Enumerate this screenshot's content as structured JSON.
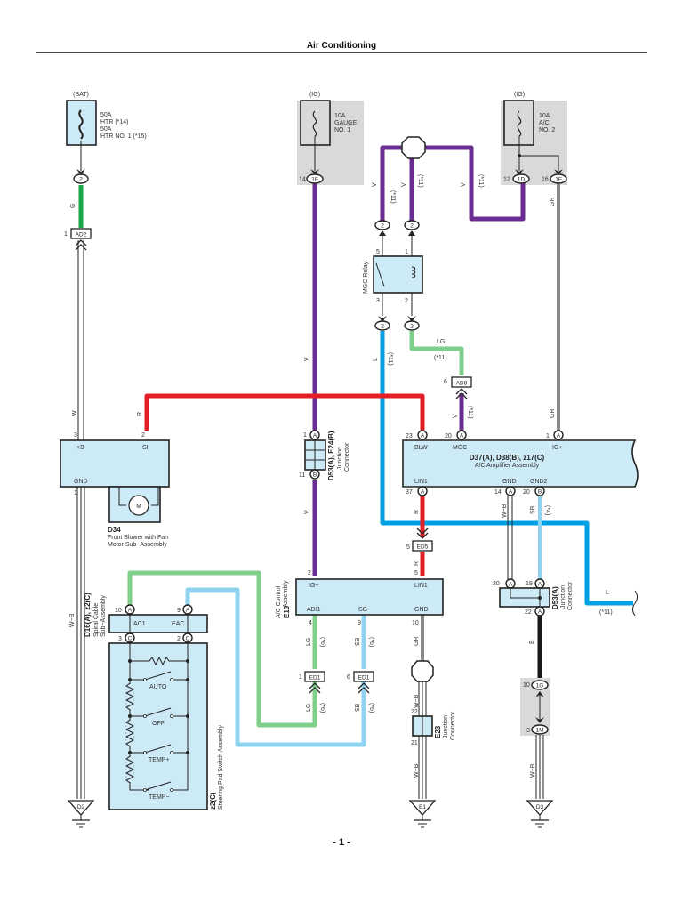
{
  "header": {
    "title": "Air Conditioning",
    "page": "- 1 -"
  },
  "colors": {
    "violet": "#6b2c91",
    "red": "#e31e24",
    "blue": "#00a0e3",
    "green": "#1ea54a",
    "light_green": "#7fcf8a",
    "sky_blue": "#8fd3f1",
    "gray_wire": "#8a8a8a",
    "black": "#1a1a1a",
    "component_fill": "#cdeaf7"
  },
  "fuses": [
    {
      "id": "bat",
      "source": "(BAT)",
      "lines": [
        "50A",
        "HTR (*14)",
        "50A",
        "HTR NO. 1 (*15)"
      ]
    },
    {
      "id": "gauge",
      "source": "(IG)",
      "lines": [
        "10A",
        "GAUGE",
        "NO. 1"
      ]
    },
    {
      "id": "ac2",
      "source": "(IG)",
      "lines": [
        "10A",
        "A/C",
        "NO. 2"
      ]
    }
  ],
  "connectors": {
    "bat_out": "2",
    "ad2_pin": "1",
    "ad2": "AD2",
    "gauge_pin": "14",
    "gauge_conn": "1F",
    "ac2_pin1": "12",
    "ac2_conn1": "1D",
    "ac2_pin2": "16",
    "ac2_conn2": "1F",
    "relay_top1": "2",
    "relay_top2": "2",
    "relay_bot1": "2",
    "relay_bot2": "2",
    "ad8_pin": "6",
    "ad8": "AD8",
    "ed5_pin": "5",
    "ed5": "ED5",
    "ed1a_pin": "1",
    "ed1a": "ED1",
    "ed1b_pin": "6",
    "ed1b": "ED1",
    "ig_1g_pin": "10",
    "ig_1g": "1G",
    "ig_1m_pin": "3",
    "ig_1m": "1M"
  },
  "wires": {
    "g": "G",
    "w": "W",
    "r": "R",
    "v": "V",
    "v11": "(*11)",
    "gr": "GR",
    "l": "L",
    "l11": "(*11)",
    "lg": "LG",
    "lg11": "(*11)",
    "wb": "W−B",
    "sb": "SB",
    "sb4": "(*4)",
    "b": "B",
    "lg6": "(*6)",
    "sb6": "(*6)"
  },
  "relay": {
    "name": "MGC Relay",
    "pins": [
      "5",
      "1",
      "3",
      "2"
    ]
  },
  "blower": {
    "code": "D34",
    "name_lines": [
      "Front Blower with Fan",
      "Motor Sub−Assembly"
    ],
    "pin_b": "3",
    "label_b": "+B",
    "pin_si": "2",
    "label_si": "SI",
    "pin_gnd": "1",
    "label_gnd": "GND",
    "motor": "M"
  },
  "junction_d53e24": {
    "code": "D53(A), E24(B)",
    "lines": [
      "Junction",
      "Connector"
    ],
    "pin_top": "1",
    "top": "A",
    "pin_bot": "11",
    "bot": "B"
  },
  "amplifier": {
    "code": "D37(A), D38(B), z17(C)",
    "name": "A/C Amplifier Assembly",
    "pins_top": [
      {
        "num": "23",
        "conn": "A",
        "label": "BLW"
      },
      {
        "num": "20",
        "conn": "A",
        "label": "MGC"
      },
      {
        "num": "1",
        "conn": "A",
        "label": "IG+"
      }
    ],
    "pins_bot": [
      {
        "num": "37",
        "conn": "A",
        "label": "LIN1"
      },
      {
        "num": "14",
        "conn": "A",
        "label": "GND"
      },
      {
        "num": "20",
        "conn": "B",
        "label": "GND2"
      }
    ]
  },
  "control": {
    "code": "E10",
    "name_lines": [
      "A/C Control",
      "Assembly"
    ],
    "ig_pin": "2",
    "ig": "IG+",
    "lin_pin": "5",
    "lin": "LIN1",
    "adi_pin": "4",
    "adi": "ADI1",
    "sg_pin": "9",
    "sg": "SG",
    "gnd_pin": "10",
    "gnd": "GND"
  },
  "spiral": {
    "code": "D16(A), z2(C)",
    "name_lines": [
      "Spiral Cable",
      "Sub−Assembly"
    ],
    "ac1_pin": "10",
    "ac1_conn": "A",
    "ac1": "AC1",
    "eac_pin": "9",
    "eac_conn": "A",
    "eac": "EAC",
    "c3": "3",
    "c3_conn": "C",
    "c2": "2",
    "c2_conn": "C"
  },
  "steering": {
    "code": "z2(C)",
    "name": "Steering Pad Switch Assembly",
    "switches": [
      "AUTO",
      "OFF",
      "TEMP+",
      "TEMP−"
    ]
  },
  "junction_e23": {
    "code": "E23",
    "lines": [
      "Junction",
      "Connector"
    ],
    "pin_top": "22",
    "pin_bot": "21"
  },
  "junction_d53a": {
    "code": "D53(A)",
    "lines": [
      "Junction",
      "Connector"
    ],
    "pin_a": "20",
    "pin_b": "19",
    "pin_c": "22",
    "conn": "A"
  },
  "grounds": [
    "D2",
    "E1",
    "D3"
  ]
}
